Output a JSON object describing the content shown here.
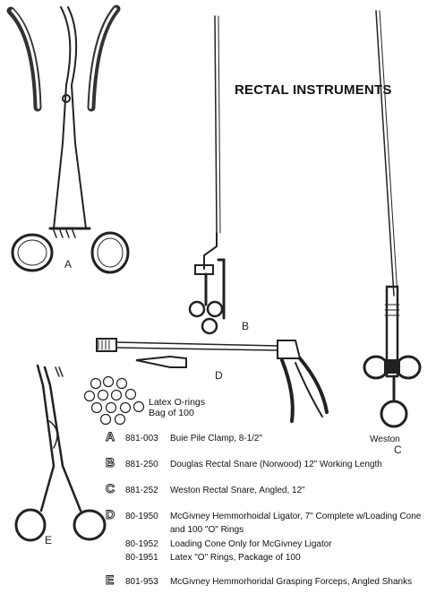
{
  "title": "RECTAL INSTRUMENTS",
  "figure_labels": {
    "a": "A",
    "b": "B",
    "c": "C",
    "d": "D",
    "e": "E"
  },
  "weston_label": "Weston",
  "oring_caption": {
    "line1": "Latex O-rings",
    "line2": "Bag of 100"
  },
  "items": [
    {
      "letter": "A",
      "code": "881-003",
      "desc": "Buie Pile Clamp, 8-1/2\""
    },
    {
      "letter": "B",
      "code": "881-250",
      "desc": "Douglas Rectal Snare (Norwood) 12\" Working Length"
    },
    {
      "letter": "C",
      "code": "881-252",
      "desc": "Weston Rectal Snare, Angled, 12\""
    },
    {
      "letter": "D",
      "code": "80-1950",
      "desc": "McGivney Hemmorhoidal Ligator, 7\" Complete w/Loading Cone",
      "desc2": "and 100 \"O\" Rings"
    },
    {
      "letter": "",
      "code": "80-1952",
      "desc": "Loading Cone Only for McGivney Ligator"
    },
    {
      "letter": "",
      "code": "80-1951",
      "desc": "Latex \"O\" Rings, Package of 100"
    },
    {
      "letter": "E",
      "code": "801-953",
      "desc": "McGivney Hemmorhoridal Grasping Forceps, Angled Shanks"
    }
  ]
}
